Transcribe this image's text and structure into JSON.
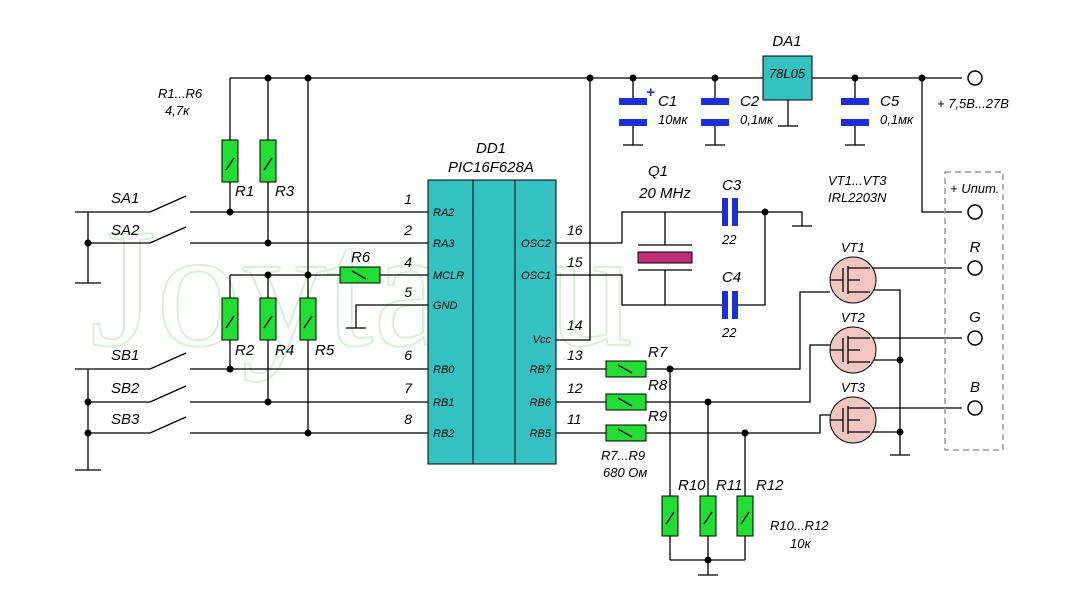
{
  "watermark": "Joyta.ru",
  "colors": {
    "resistor": "#22dd33",
    "ic": "#33c1c1",
    "capacitor": "#1a2fd6",
    "crystal": "#c0307a",
    "mosfet": "#f2c6c0",
    "connector_border": "#999999"
  },
  "labels": {
    "r1_r6": "R1...R6",
    "r1_r6_val": "4,7к",
    "r1": "R1",
    "r2": "R2",
    "r3": "R3",
    "r4": "R4",
    "r5": "R5",
    "r6": "R6",
    "r7": "R7",
    "r8": "R8",
    "r9": "R9",
    "r7_r9": "R7...R9",
    "r7_r9_val": "680 Ом",
    "r10": "R10",
    "r11": "R11",
    "r12": "R12",
    "r10_r12": "R10...R12",
    "r10_r12_val": "10к",
    "sa1": "SA1",
    "sa2": "SA2",
    "sb1": "SB1",
    "sb2": "SB2",
    "sb3": "SB3",
    "dd1": "DD1",
    "ic_part": "PIC16F628A",
    "q1": "Q1",
    "q1_freq": "20 MHz",
    "c1": "C1",
    "c1_val": "10мк",
    "c2": "C2",
    "c2_val": "0,1мк",
    "c3": "C3",
    "c3_val": "22",
    "c4": "C4",
    "c4_val": "22",
    "c5": "C5",
    "c5_val": "0,1мк",
    "cap_plus": "+",
    "da1": "DA1",
    "reg": "78L05",
    "supply": "+ 7,5В...27В",
    "vt_range": "VT1...VT3",
    "vt_part": "IRL2203N",
    "vt1": "VT1",
    "vt2": "VT2",
    "vt3": "VT3",
    "conn_pow": "+ Uпит.",
    "conn_r": "R",
    "conn_g": "G",
    "conn_b": "B"
  },
  "ic_pins": {
    "left": [
      {
        "num": "1",
        "name": "RA2"
      },
      {
        "num": "2",
        "name": "RA3"
      },
      {
        "num": "4",
        "name": "MCLR"
      },
      {
        "num": "5",
        "name": "GND"
      },
      {
        "num": "6",
        "name": "RB0"
      },
      {
        "num": "7",
        "name": "RB1"
      },
      {
        "num": "8",
        "name": "RB2"
      }
    ],
    "right": [
      {
        "num": "16",
        "name": "OSC2"
      },
      {
        "num": "15",
        "name": "OSC1"
      },
      {
        "num": "14",
        "name": "Vcc"
      },
      {
        "num": "13",
        "name": "RB7"
      },
      {
        "num": "12",
        "name": "RB6"
      },
      {
        "num": "11",
        "name": "RB5"
      }
    ]
  }
}
